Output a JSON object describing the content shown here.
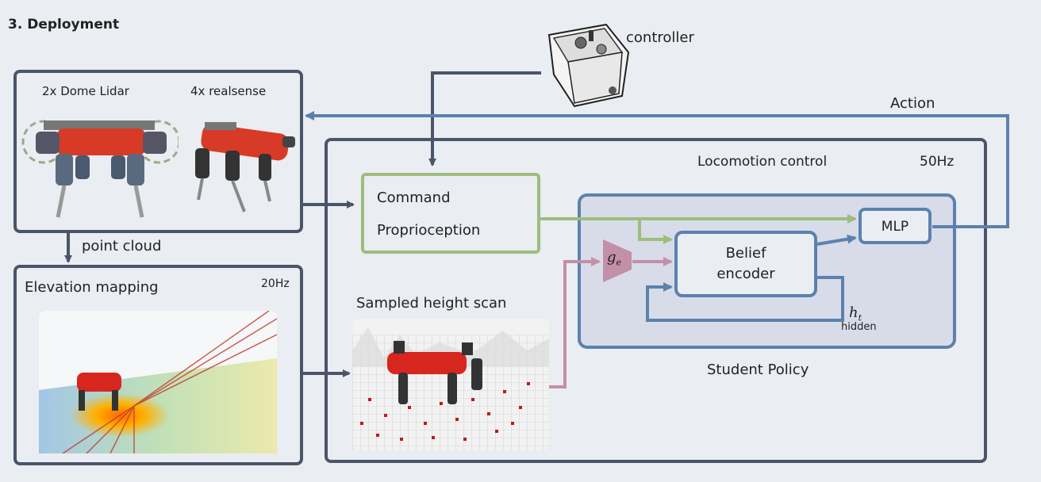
{
  "section_title": "3. Deployment",
  "sensors": {
    "lidar_label": "2x Dome Lidar",
    "realsense_label": "4x realsense"
  },
  "controller_label": "controller",
  "action_label": "Action",
  "point_cloud_label": "point cloud",
  "elevation": {
    "title": "Elevation mapping",
    "rate": "20Hz"
  },
  "locomotion": {
    "title": "Locomotion control",
    "rate": "50Hz"
  },
  "command_box": {
    "line1": "Command",
    "line2": "Proprioception"
  },
  "height_scan_label": "Sampled height scan",
  "encoder_symbol": "g",
  "encoder_sub": "e",
  "belief_encoder": {
    "line1": "Belief",
    "line2": "encoder"
  },
  "mlp_label": "MLP",
  "hidden": {
    "symbol": "h",
    "sub": "t",
    "label": "hidden"
  },
  "student_policy_label": "Student Policy",
  "colors": {
    "dark": "#4a5569",
    "blue": "#5b82ae",
    "green": "#9dbd7e",
    "pink": "#c48fa8",
    "student_bg": "#d7dce8"
  }
}
